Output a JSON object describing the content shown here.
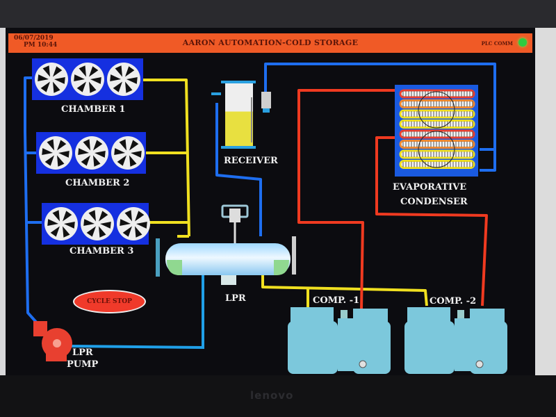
{
  "window": {
    "title": "AARON AUTOMATION-COLD STORAGE",
    "date": "06/07/2019",
    "time": "PM 10:44",
    "status_label": "PLC COMM",
    "status_color": "#2ecc40",
    "accent_color": "#f05a26"
  },
  "equipment": {
    "chambers": [
      {
        "label": "CHAMBER 1"
      },
      {
        "label": "CHAMBER 2"
      },
      {
        "label": "CHAMBER 3"
      }
    ],
    "receiver": {
      "label": "RECEIVER",
      "level_fraction": 0.55
    },
    "condenser": {
      "label_line1": "EVAPORATIVE",
      "label_line2": "CONDENSER"
    },
    "lpr": {
      "label": "LPR"
    },
    "pump": {
      "label_line1": "LPR",
      "label_line2": "PUMP"
    },
    "compressors": [
      {
        "label": "COMP. -1"
      },
      {
        "label": "COMP. -2"
      }
    ]
  },
  "controls": {
    "cycle_stop_label": "CYCLE STOP"
  },
  "pipe_colors": {
    "liquid": "#1e6ef0",
    "suction": "#f0e020",
    "discharge": "#f03a20",
    "lpr_feed": "#20a0e8"
  },
  "device": {
    "brand": "lenovo"
  }
}
